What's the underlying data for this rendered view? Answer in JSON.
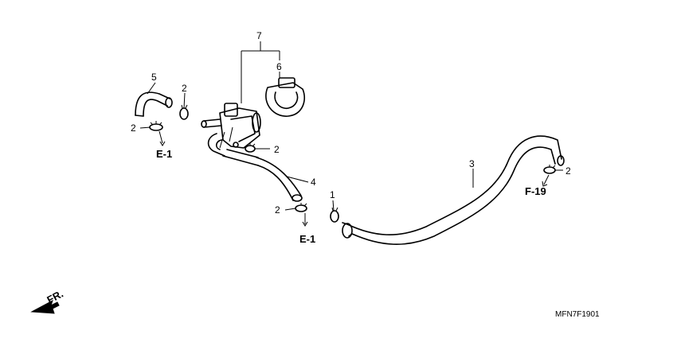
{
  "callouts": {
    "c1": "1",
    "c2a": "2",
    "c2b": "2",
    "c2c": "2",
    "c2d": "2",
    "c2e": "2",
    "c3": "3",
    "c4": "4",
    "c5": "5",
    "c6": "6",
    "c7": "7"
  },
  "references": {
    "e1_left": "E-1",
    "e1_center": "E-1",
    "f19": "F-19"
  },
  "direction_label": "FR.",
  "diagram_code": "MFN7F1901"
}
